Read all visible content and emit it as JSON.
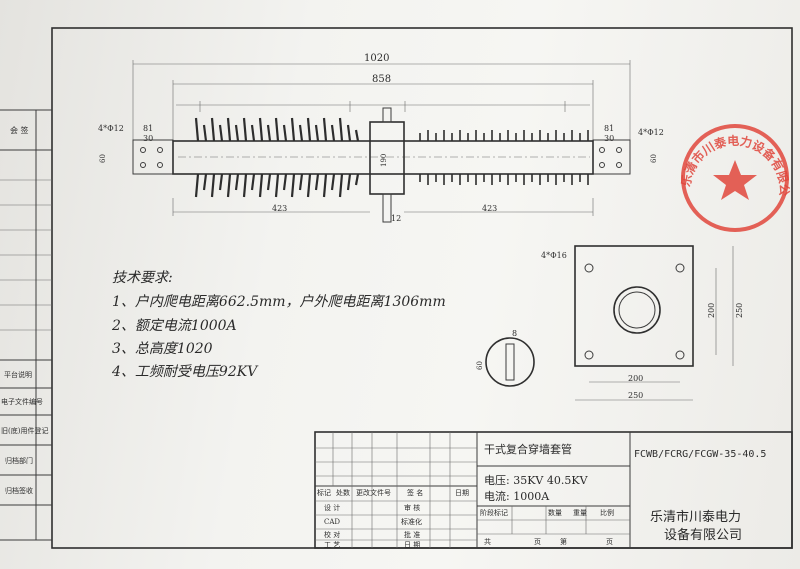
{
  "sidebar": {
    "labels": [
      "会 签",
      "平台说明",
      "电子文件编号",
      "旧(底)用件登记",
      "归档部门",
      "归档签收"
    ]
  },
  "drawing": {
    "dims": {
      "total": "1020",
      "inner": "858",
      "left_hole": "4*Φ12",
      "right_hole": "4*Φ12",
      "left_81": "81",
      "left_30": "30",
      "right_81": "81",
      "right_30": "30",
      "left_60": "60",
      "right_60": "60",
      "left_423": "423",
      "right_423": "423",
      "center_12": "12",
      "center_190": "190"
    },
    "side_view": {
      "label_dia": "4*Φ16",
      "dim_200_h": "200",
      "dim_250_h": "250",
      "dim_200_v": "200",
      "dim_250_v": "250"
    },
    "key_view": {
      "dim_8": "8",
      "dim_60": "60"
    }
  },
  "requirements": {
    "heading": "技术要求:",
    "items": [
      "1、户内爬电距离662.5mm，户外爬电距离1306mm",
      "2、额定电流1000A",
      "3、总高度1020",
      "4、工频耐受电压92KV"
    ]
  },
  "title_block": {
    "product_name": "干式复合穿墙套管",
    "model": "FCWB/FCRG/FCGW-35-40.5",
    "voltage": "电压: 35KV  40.5KV",
    "current": "电流: 1000A",
    "company_line1": "乐清市川泰电力",
    "company_line2": "设备有限公司",
    "rev_headers": [
      "标记",
      "处数",
      "更改文件号",
      "签 名",
      "日期"
    ],
    "sign_rows": [
      "设 计",
      "CAD",
      "校 对",
      "工 艺"
    ],
    "approve_rows": [
      "审 核",
      "标准化",
      "批 准",
      "日 期"
    ],
    "stage_headers": [
      "阶段标记",
      "数量",
      "重量",
      "比例"
    ],
    "sheet_labels": [
      "共",
      "页",
      "第",
      "页"
    ]
  },
  "stamp": {
    "text": "乐清市川泰电力设备有限公司"
  },
  "colors": {
    "stamp": "#e0463c",
    "ink": "#2e2e2e"
  }
}
